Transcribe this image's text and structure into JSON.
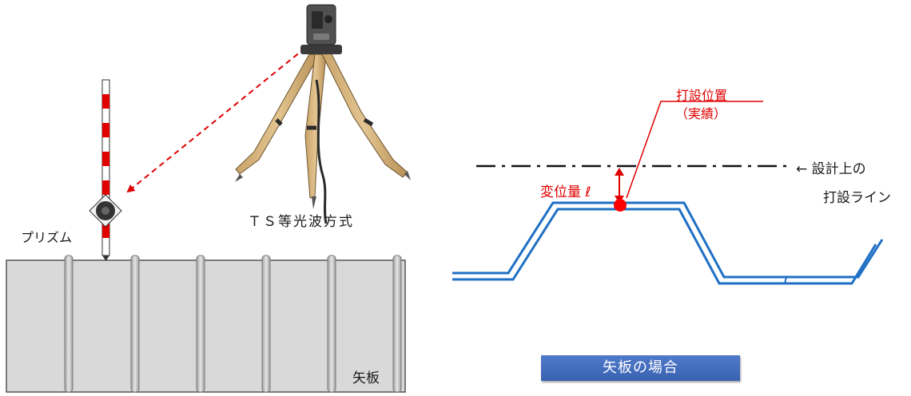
{
  "left": {
    "method_label": "ＴＳ等光波方式",
    "prism_label": "プリズム",
    "sheet_pile_label": "矢板"
  },
  "right": {
    "actual_position_label": "打設位置",
    "actual_position_sub": "（実績）",
    "design_line_label_1": "← 設計上の",
    "design_line_label_2": "打設ライン",
    "displacement_label": "変位量 ℓ",
    "caption": "矢板の場合"
  },
  "colors": {
    "accent_red": "#e00000",
    "pile_blue": "#1f6fc4",
    "caption_blue": "#4470c4",
    "sheet_gray": "#d9d9d9"
  }
}
